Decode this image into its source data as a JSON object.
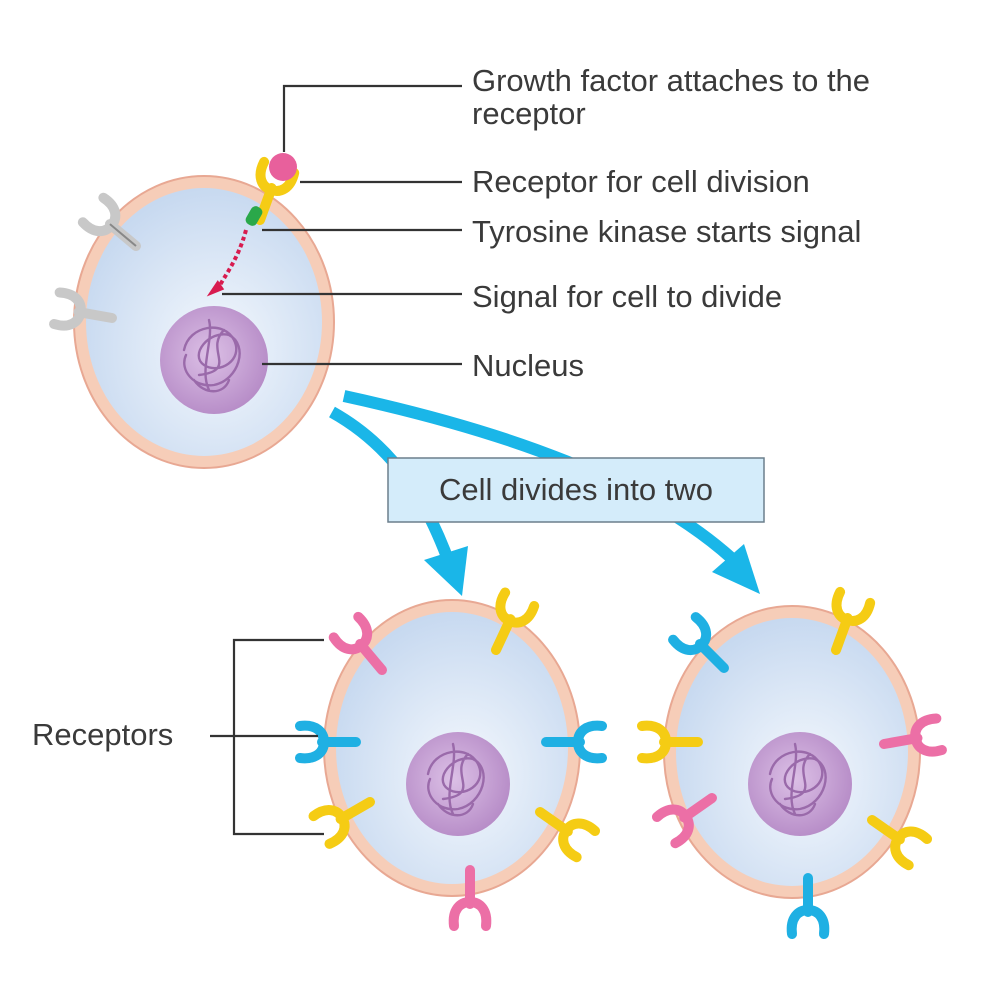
{
  "labels": {
    "growth_factor_line1": "Growth factor attaches to the",
    "growth_factor_line2": "receptor",
    "receptor": "Receptor for cell division",
    "tyrosine": "Tyrosine kinase starts signal",
    "signal": "Signal for cell to divide",
    "nucleus": "Nucleus",
    "divides": "Cell divides into two",
    "receptors": "Receptors"
  },
  "colors": {
    "membrane": "#f6cdb8",
    "membrane_edge": "#e8a893",
    "cytoplasm": "#d3e2f4",
    "nucleus": "#c9a0d6",
    "chromatin": "#9a6aaa",
    "arrow": "#1ab6e8",
    "box_fill": "#d4ecfa",
    "receptor_pink": "#ec6fa6",
    "receptor_blue": "#1fb0e3",
    "receptor_yellow": "#f5cc14",
    "receptor_grey": "#c8c8c8",
    "signal_red": "#d81b4f",
    "kinase_green": "#2aa84a",
    "growth_factor_pink": "#e8609c"
  }
}
